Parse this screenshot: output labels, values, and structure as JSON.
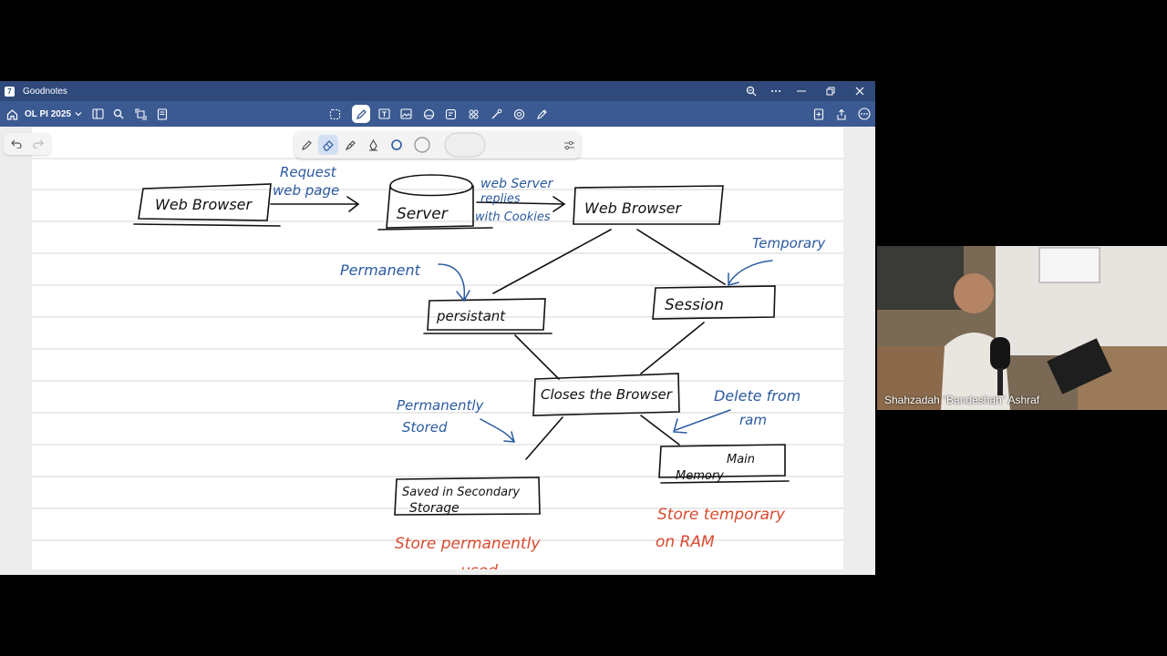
{
  "window": {
    "app_name": "Goodnotes"
  },
  "toolbar": {
    "notebook_name": "OL PI 2025"
  },
  "note": {
    "labels": {
      "web_browser_left": "Web Browser",
      "request_line1": "Request",
      "request_line2": "web page",
      "server": "Server",
      "reply_line1": "web Server",
      "reply_line2": "replies",
      "reply_line3": "with Cookies",
      "web_browser_right": "Web Browser",
      "temporary": "Temporary",
      "permanent": "Permanent",
      "persistent": "persistant",
      "session": "Session",
      "closes_browser": "Closes the Browser",
      "permanently_line1": "Permanently",
      "permanently_line2": "Stored",
      "delete_line1": "Delete from",
      "delete_line2": "ram",
      "main_memory_line1": "Main",
      "main_memory_line2": "Memory",
      "secondary_line1": "Saved in Secondary",
      "secondary_line2": "Storage",
      "store_perm": "Store permanently",
      "store_perm_cut": "used",
      "store_temp_line1": "Store temporary",
      "store_temp_line2": "on RAM"
    },
    "colors": {
      "ink_black": "#111111",
      "ink_blue": "#2b5aa0",
      "ink_red": "#d84a2e",
      "accent": "#3b5a92"
    }
  },
  "participant": {
    "name": "Shahzadah “Bandeshah” Ashraf"
  }
}
